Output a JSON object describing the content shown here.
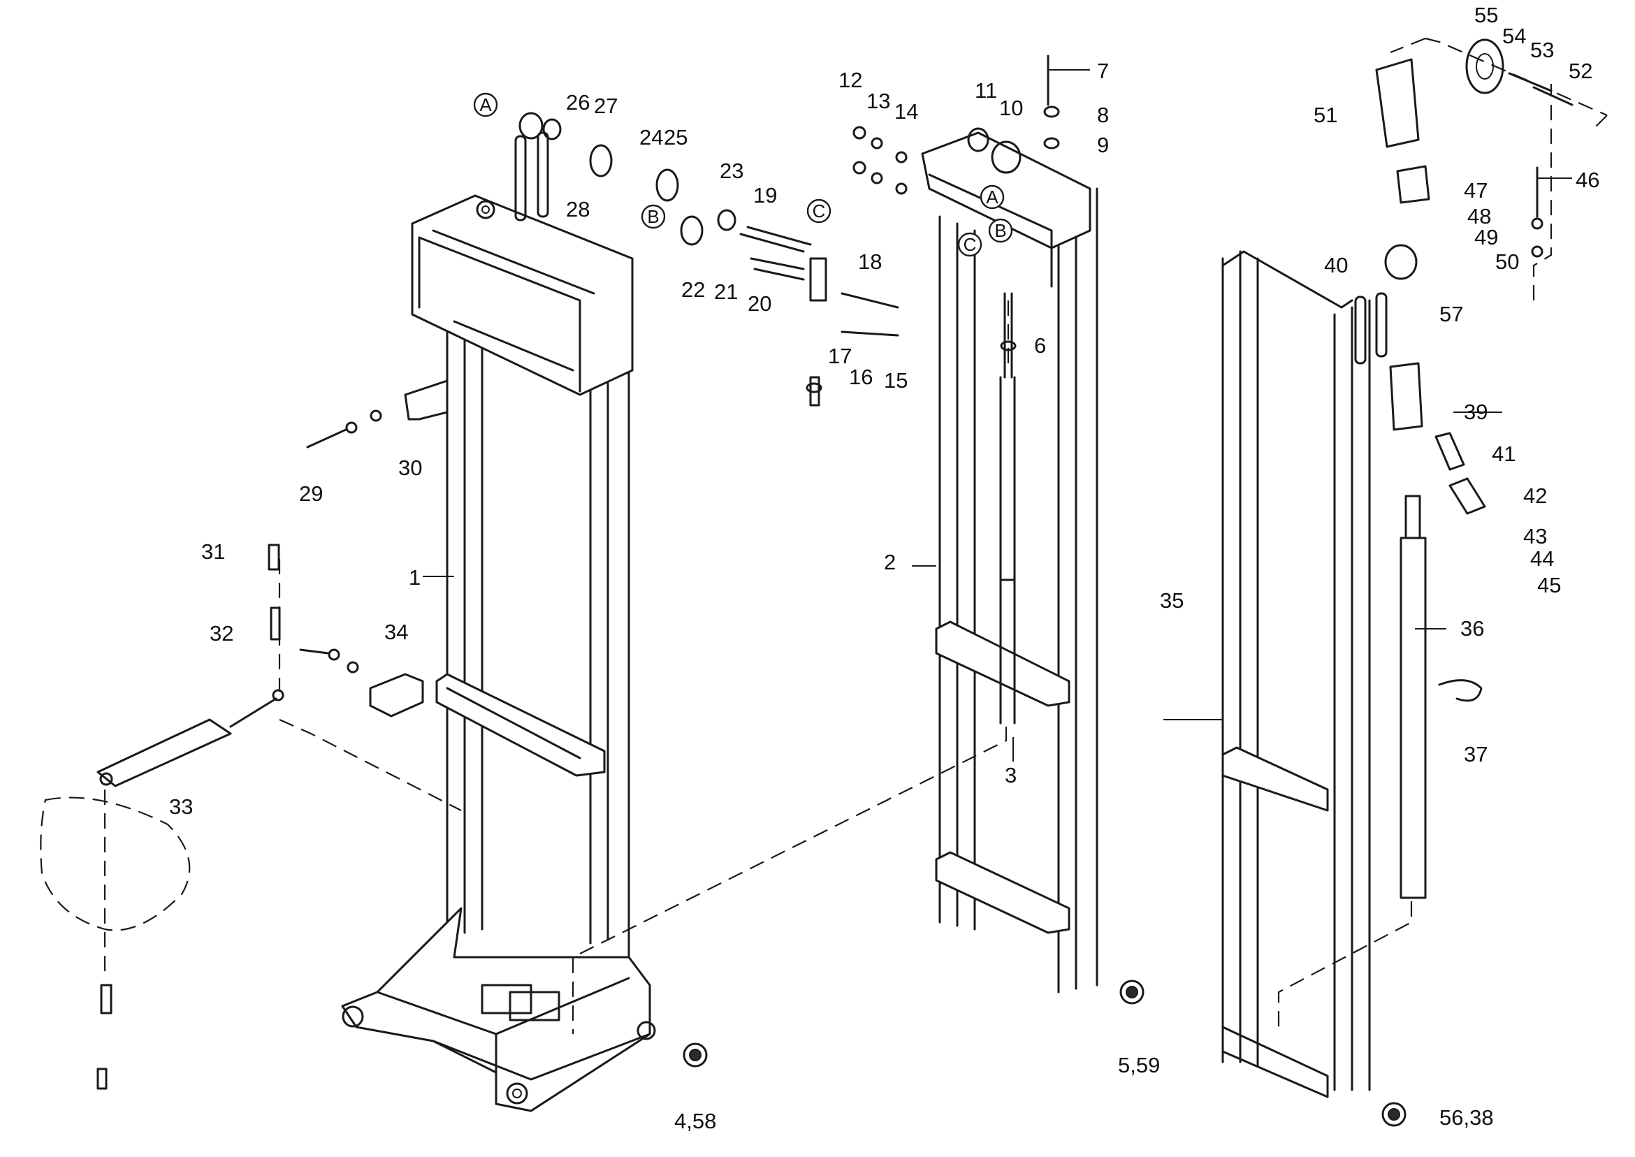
{
  "circled_letters": [
    "A",
    "B",
    "C",
    "A",
    "B",
    "C"
  ],
  "labels": [
    "1",
    "2",
    "3",
    "4,58",
    "5,59",
    "6",
    "7",
    "8",
    "9",
    "10",
    "11",
    "12",
    "13",
    "14",
    "15",
    "16",
    "17",
    "18",
    "19",
    "20",
    "21",
    "22",
    "23",
    "24",
    "25",
    "26",
    "27",
    "28",
    "29",
    "30",
    "31",
    "32",
    "33",
    "34",
    "35",
    "36",
    "37",
    "39",
    "40",
    "41",
    "42",
    "43",
    "44",
    "45",
    "46",
    "47",
    "48",
    "49",
    "50",
    "51",
    "52",
    "53",
    "54",
    "55",
    "56,38",
    "57"
  ],
  "colors": {
    "line": "#1a1a1a",
    "background": "#ffffff"
  }
}
